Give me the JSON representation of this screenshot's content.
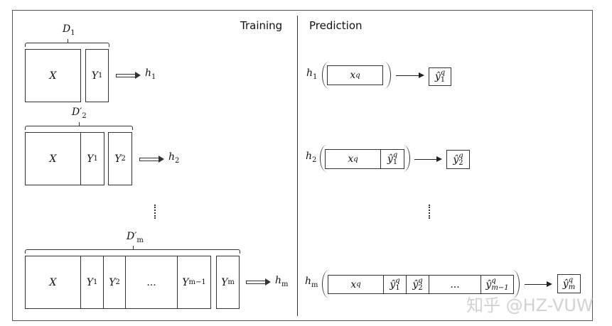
{
  "headings": {
    "training": "Training",
    "prediction": "Prediction"
  },
  "training": {
    "row1": {
      "dataset": {
        "base": "D",
        "sub": "1"
      },
      "x": "X",
      "y1": {
        "base": "Y",
        "sub": "1"
      },
      "model": {
        "base": "h",
        "sub": "1"
      }
    },
    "row2": {
      "dataset": {
        "base": "D′",
        "sub": "2"
      },
      "x": "X",
      "y1": {
        "base": "Y",
        "sub": "1"
      },
      "y2": {
        "base": "Y",
        "sub": "2"
      },
      "model": {
        "base": "h",
        "sub": "2"
      }
    },
    "row3": {
      "dataset": {
        "base": "D′",
        "sub": "m"
      },
      "x": "X",
      "y1": {
        "base": "Y",
        "sub": "1"
      },
      "y2": {
        "base": "Y",
        "sub": "2"
      },
      "ellipsis": "...",
      "ym1": {
        "base": "Y",
        "sub": "m−1"
      },
      "ym": {
        "base": "Y",
        "sub": "m"
      },
      "model": {
        "base": "h",
        "sub": "m"
      }
    }
  },
  "prediction": {
    "row1": {
      "model": {
        "base": "h",
        "sub": "1"
      },
      "input": {
        "base": "x",
        "sup": "q"
      },
      "output": {
        "base": "ŷ",
        "sub": "1",
        "sup": "q"
      }
    },
    "row2": {
      "model": {
        "base": "h",
        "sub": "2"
      },
      "input": {
        "base": "x",
        "sup": "q"
      },
      "y1": {
        "base": "ŷ",
        "sub": "1",
        "sup": "q"
      },
      "output": {
        "base": "ŷ",
        "sub": "2",
        "sup": "q"
      }
    },
    "row3": {
      "model": {
        "base": "h",
        "sub": "m"
      },
      "input": {
        "base": "x",
        "sup": "q"
      },
      "y1": {
        "base": "ŷ",
        "sub": "1",
        "sup": "q"
      },
      "y2": {
        "base": "ŷ",
        "sub": "2",
        "sup": "q"
      },
      "ellipsis": "...",
      "ym1": {
        "base": "ŷ",
        "sub": "m−1",
        "sup": "q"
      },
      "output": {
        "base": "ŷ",
        "sub": "m",
        "sup": "q"
      }
    }
  },
  "watermark": "知乎 @HZ-VUW"
}
